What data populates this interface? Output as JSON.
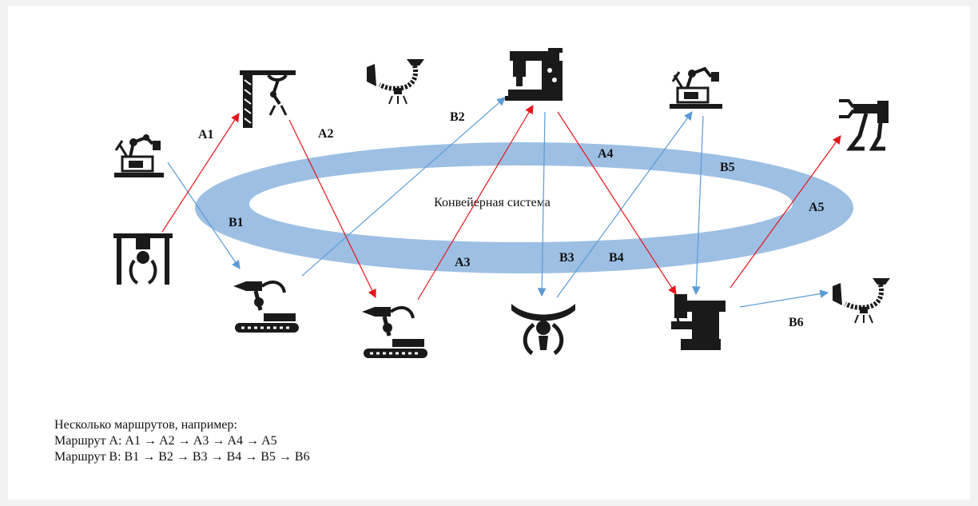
{
  "diagram": {
    "conveyor_label": "Конвейерная система",
    "colors": {
      "route_a": "#e8141c",
      "route_b": "#5b9bd5",
      "ring": "#9dbfe3",
      "icon": "#1a1a1a"
    },
    "machines": [
      {
        "name": "vertical-gripper-machine-icon",
        "kind": "gripper-frame"
      },
      {
        "name": "desk-robot-arm-icon",
        "kind": "desk-robot"
      },
      {
        "name": "gantry-drill-icon",
        "kind": "gantry"
      },
      {
        "name": "tracked-robot-icon",
        "kind": "tracked"
      },
      {
        "name": "tracked-robot-2-icon",
        "kind": "tracked"
      },
      {
        "name": "hanging-arm-icon",
        "kind": "hanging"
      },
      {
        "name": "milling-machine-icon",
        "kind": "mill"
      },
      {
        "name": "claw-gripper-icon",
        "kind": "claw"
      },
      {
        "name": "desk-robot-arm-2-icon",
        "kind": "desk-robot"
      },
      {
        "name": "cnc-machine-icon",
        "kind": "mill2"
      },
      {
        "name": "walker-claw-icon",
        "kind": "walker"
      },
      {
        "name": "hanging-arm-2-icon",
        "kind": "hanging"
      }
    ],
    "route_labels": [
      "A1",
      "A2",
      "A3",
      "A4",
      "A5",
      "B1",
      "B2",
      "B3",
      "B4",
      "B5",
      "B6"
    ]
  },
  "notes": {
    "line1": "Несколько маршрутов, например:",
    "line2": "Маршрут А: A1 → A2 → A3 → A4 → A5",
    "line3": "Маршрут В: В1 → В2 → В3 → В4 → В5 → В6"
  }
}
